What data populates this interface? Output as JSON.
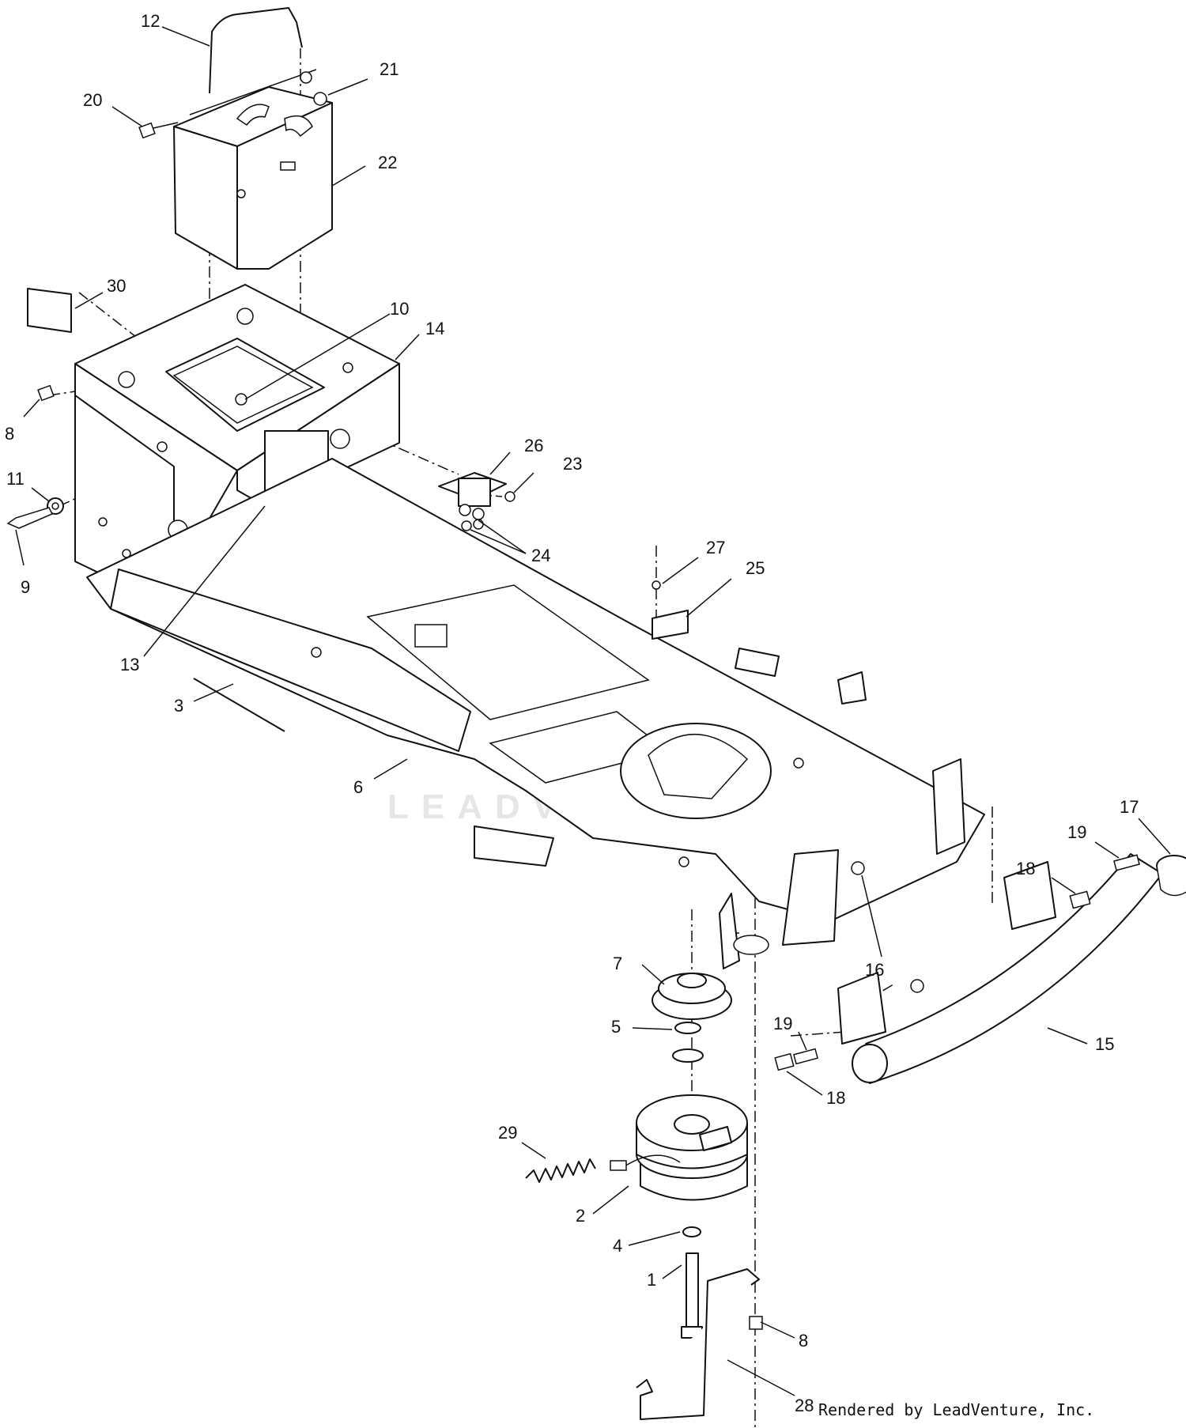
{
  "watermark": "LEADVENTURE",
  "credit": "Rendered by LeadVenture, Inc.",
  "callouts": [
    {
      "label": "12"
    },
    {
      "label": "21"
    },
    {
      "label": "20"
    },
    {
      "label": "22"
    },
    {
      "label": "30"
    },
    {
      "label": "10"
    },
    {
      "label": "14"
    },
    {
      "label": "8"
    },
    {
      "label": "26"
    },
    {
      "label": "23"
    },
    {
      "label": "11"
    },
    {
      "label": "24"
    },
    {
      "label": "9"
    },
    {
      "label": "27"
    },
    {
      "label": "25"
    },
    {
      "label": "13"
    },
    {
      "label": "3"
    },
    {
      "label": "6"
    },
    {
      "label": "17"
    },
    {
      "label": "19"
    },
    {
      "label": "18"
    },
    {
      "label": "16"
    },
    {
      "label": "7"
    },
    {
      "label": "5"
    },
    {
      "label": "19"
    },
    {
      "label": "15"
    },
    {
      "label": "18"
    },
    {
      "label": "29"
    },
    {
      "label": "2"
    },
    {
      "label": "4"
    },
    {
      "label": "1"
    },
    {
      "label": "8"
    },
    {
      "label": "28"
    }
  ]
}
